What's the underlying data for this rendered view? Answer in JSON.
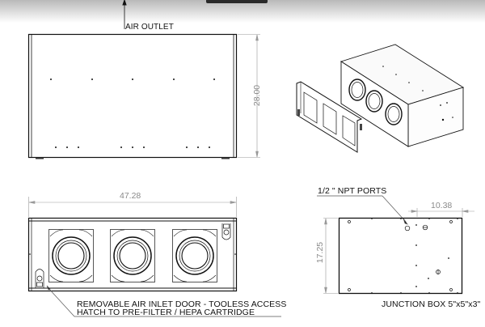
{
  "labels": {
    "air_outlet": "AIR OUTLET",
    "inlet_door_line1": "REMOVABLE AIR INLET DOOR - TOOLESS ACCESS",
    "inlet_door_line2": "HATCH TO PRE-FILTER / HEPA CARTRIDGE",
    "npt_ports": "1/2 \" NPT PORTS",
    "junction_box": "JUNCTION BOX 5\"x5\"x3\""
  },
  "dimensions": {
    "top_view_height": "28.00",
    "front_view_width": "47.28",
    "side_view_height": "17.25",
    "side_view_offset": "10.38"
  },
  "views": [
    {
      "name": "top-view",
      "feature": "air outlet panel"
    },
    {
      "name": "isometric-view",
      "feature": "exploded door and three fan inlets"
    },
    {
      "name": "front-view",
      "feature": "three fan inlets, two latches"
    },
    {
      "name": "side-view",
      "feature": "junction box and NPT ports"
    }
  ],
  "colors": {
    "line": "#111111",
    "dimension": "#8a8a8a",
    "top_bar": "#2a2a2a"
  }
}
